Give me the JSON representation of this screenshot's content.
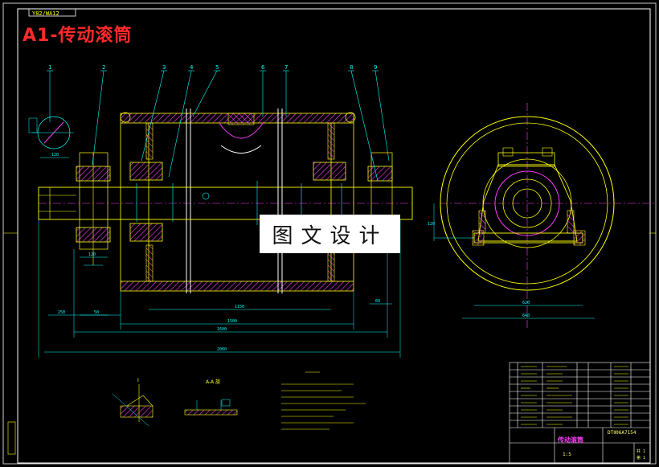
{
  "title": "A1-传动滚筒",
  "watermark": "图文设计",
  "drawing_code": "Y82/WA12",
  "title_block": {
    "part_name": "传动滚筒",
    "drawing_number": "DTⅡ06A7154",
    "scale": "1:5",
    "sheet_info": [
      "共 1",
      "第 1"
    ]
  },
  "balloons": [
    "1",
    "2",
    "3",
    "4",
    "5",
    "6",
    "7",
    "8",
    "9"
  ],
  "section_labels": [
    "I",
    "A-A 旋"
  ],
  "colors": {
    "background": "#000000",
    "frame": "#ffffff",
    "geometry": "#ffff00",
    "dimension": "#00ffff",
    "hatch": "#ff2aff",
    "title": "#ff2a2a"
  }
}
